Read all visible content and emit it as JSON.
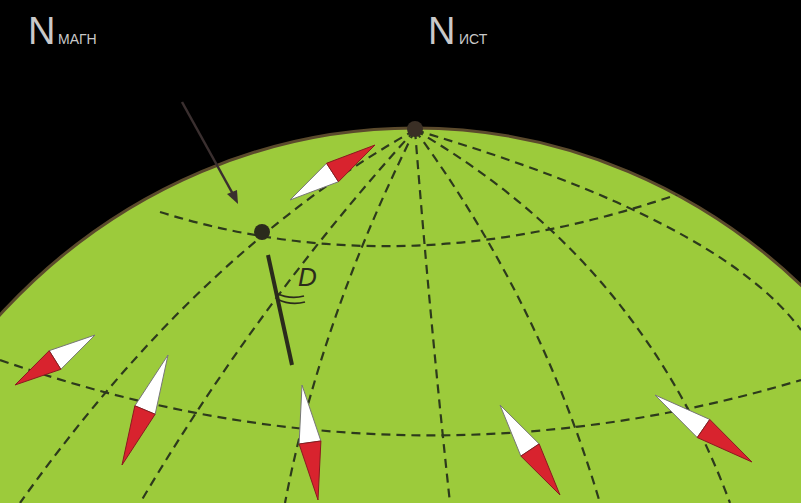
{
  "diagram": {
    "labels": [
      "N",
      "МАГН",
      "N",
      "ИСТ",
      "D"
    ]
  }
}
